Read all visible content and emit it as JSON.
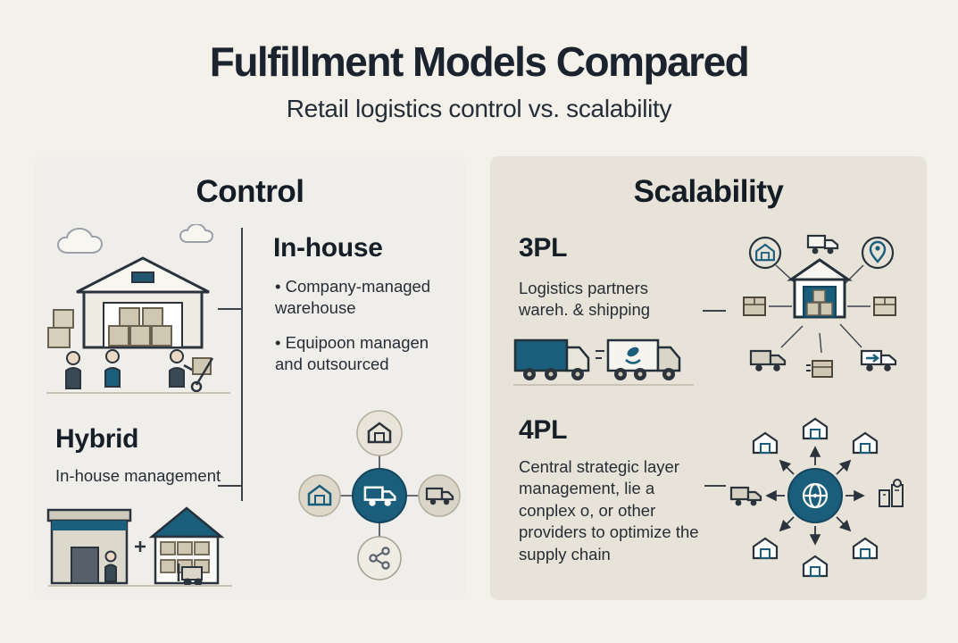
{
  "title": "Fulfillment Models Compared",
  "subtitle": "Retail logistics control vs. scalability",
  "left_panel": {
    "heading": "Control",
    "inhouse": {
      "heading": "In-house",
      "bullets": [
        "• Company-managed warehouse",
        "• Equipoon managen and outsourced"
      ]
    },
    "hybrid": {
      "heading": "Hybrid",
      "description": "In-house management"
    }
  },
  "right_panel": {
    "heading": "Scalability",
    "threepl": {
      "heading": "3PL",
      "description": "Logistics partners wareh. & shipping"
    },
    "fourpl": {
      "heading": "4PL",
      "description": "Central strategic layer management, lie a conplex o, or other providers to optimize the supply chain"
    }
  },
  "colors": {
    "background": "#f4f1ea",
    "panel_left": "#f0eeea",
    "panel_right": "#e7e3d8",
    "accent_teal": "#1b5e7b",
    "ink": "#1c242e",
    "tan_box": "#cfc7b2"
  },
  "icons": [
    "cloud-icon",
    "warehouse-icon",
    "box-icon",
    "worker-icon",
    "handtruck-icon",
    "forklift-icon",
    "plus-icon",
    "truck-icon",
    "delivery-truck-icon",
    "share-nodes-icon",
    "location-pin-icon",
    "arrow-right-icon",
    "globe-network-icon",
    "city-building-icon"
  ]
}
